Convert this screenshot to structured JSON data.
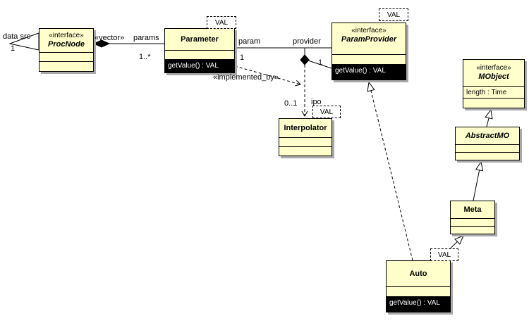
{
  "diagram": {
    "type": "uml-class-diagram",
    "classes": {
      "procnode": {
        "stereotype": "«interface»",
        "name": "ProcNode"
      },
      "parameter": {
        "name": "Parameter",
        "operations": "getValue() : VAL",
        "template_param": "VAL"
      },
      "paramprovider": {
        "stereotype": "«interface»",
        "name": "ParamProvider",
        "operations": "getValue() : VAL",
        "template_param": "VAL"
      },
      "interpolator": {
        "name": "Interpolator",
        "template_param": "VAL"
      },
      "mobject": {
        "stereotype": "«interface»",
        "name": "MObject",
        "attributes": "length : Time"
      },
      "abstractmo": {
        "name": "AbstractMO"
      },
      "meta": {
        "name": "Meta"
      },
      "auto": {
        "name": "Auto",
        "operations": "getValue() : VAL",
        "template_param": "VAL"
      }
    },
    "edge_labels": {
      "data_src": "data src",
      "data_src_mult": "1",
      "vector_stereotype": "«vector»",
      "params_role": "params",
      "params_mult": "1..*",
      "param_role": "param",
      "provider_role": "provider",
      "param_mult": "1",
      "provider_mult": "1",
      "implemented_by": "«implemented_by»",
      "ipo_mult": "0..1",
      "ipo_role": "ipo"
    },
    "colors": {
      "class_fill": "#ffffcc",
      "class_border": "#000000",
      "highlight_bg": "#000000",
      "highlight_text": "#ffffff",
      "shadow": "#a9a9a9",
      "canvas": "#ffffff"
    }
  }
}
